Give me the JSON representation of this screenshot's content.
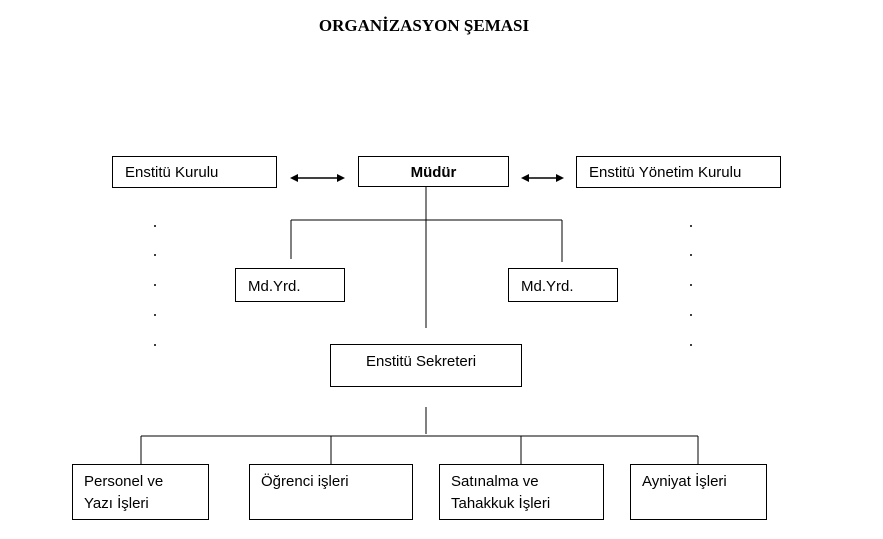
{
  "title": "ORGANİZASYON ŞEMASI",
  "boxes": {
    "council": "Enstitü Kurulu",
    "director": "Müdür",
    "board": "Enstitü Yönetim Kurulu",
    "deputy_left": "Md.Yrd.",
    "deputy_right": "Md.Yrd.",
    "secretary": "Enstitü Sekreteri",
    "personnel_line1": "Personel ve",
    "personnel_line2": "Yazı İşleri",
    "student": "Öğrenci işleri",
    "purchasing_line1": "Satınalma ve",
    "purchasing_line2": "Tahakkuk İşleri",
    "inventory": "Ayniyat İşleri"
  }
}
